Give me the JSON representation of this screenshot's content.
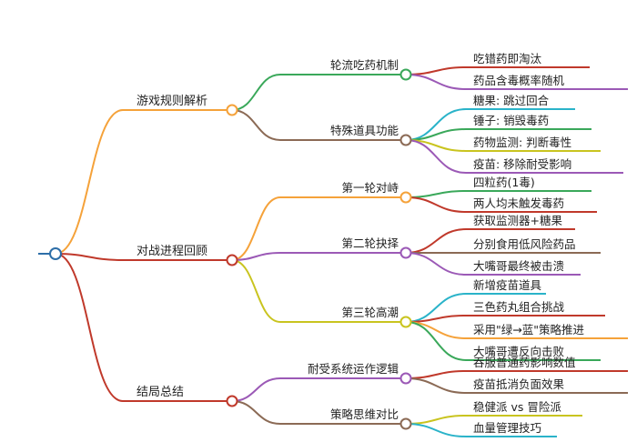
{
  "root": {
    "label": ""
  },
  "branches": [
    {
      "label": "游戏规则解析",
      "color": "#f5a23a",
      "children": [
        {
          "label": "轮流吃药机制",
          "color": "#3aa85a",
          "children": [
            {
              "label": "吃错药即淘汰",
              "color": "#c0392b"
            },
            {
              "label": "药品含毒概率随机",
              "color": "#9b59b6"
            }
          ]
        },
        {
          "label": "特殊道具功能",
          "color": "#8b6a55",
          "children": [
            {
              "label": "糖果: 跳过回合",
              "color": "#2ab3c9"
            },
            {
              "label": "锤子: 销毁毒药",
              "color": "#3aa85a"
            },
            {
              "label": "药物监测: 判断毒性",
              "color": "#c9c41f"
            },
            {
              "label": "疫苗: 移除耐受影响",
              "color": "#9b59b6"
            }
          ]
        }
      ]
    },
    {
      "label": "对战进程回顾",
      "color": "#c0392b",
      "children": [
        {
          "label": "第一轮对峙",
          "color": "#f5a23a",
          "children": [
            {
              "label": "四粒药(1毒)",
              "color": "#3aa85a"
            },
            {
              "label": "两人均未触发毒药",
              "color": "#c0392b"
            }
          ]
        },
        {
          "label": "第二轮抉择",
          "color": "#9b59b6",
          "children": [
            {
              "label": "获取监测器+糖果",
              "color": "#c0392b"
            },
            {
              "label": "分别食用低风险药品",
              "color": "#8b6a55"
            },
            {
              "label": "大嘴哥最终被击溃",
              "color": "#9b59b6"
            }
          ]
        },
        {
          "label": "第三轮高潮",
          "color": "#c9c41f",
          "children": [
            {
              "label": "新增疫苗道具",
              "color": "#2ab3c9"
            },
            {
              "label": "三色药丸组合挑战",
              "color": "#c0392b"
            },
            {
              "label": "采用\"绿→蓝\"策略推进",
              "color": "#f5a23a"
            },
            {
              "label": "大嘴哥遭反向击败",
              "color": "#3aa85a"
            }
          ]
        }
      ]
    },
    {
      "label": "结局总结",
      "color": "#c0392b",
      "children": [
        {
          "label": "耐受系统运作逻辑",
          "color": "#9b59b6",
          "children": [
            {
              "label": "吞服普通药影响数值",
              "color": "#c0392b"
            },
            {
              "label": "疫苗抵消负面效果",
              "color": "#8b6a55"
            }
          ]
        },
        {
          "label": "策略思维对比",
          "color": "#8b6a55",
          "children": [
            {
              "label": "稳健派 vs 冒险派",
              "color": "#c9c41f"
            },
            {
              "label": "血量管理技巧",
              "color": "#2ab3c9"
            }
          ]
        }
      ]
    }
  ],
  "colors": {
    "root_stroke": "#2d6ea8",
    "background": "#ffffff",
    "text": "#222222"
  }
}
